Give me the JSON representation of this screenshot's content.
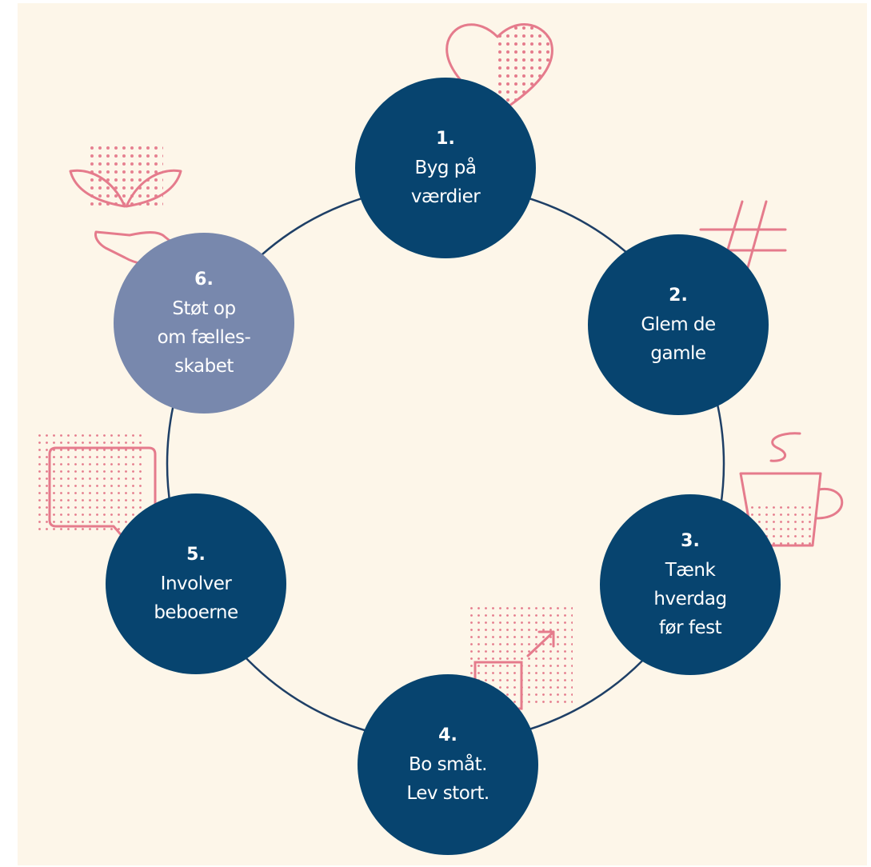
{
  "colors": {
    "background": "#fdf6e9",
    "node_dark": "#07446f",
    "node_light": "#7888ad",
    "ring": "#1e3f66",
    "accent_pink": "#e57b8c",
    "text": "#ffffff"
  },
  "steps": [
    {
      "number": "1.",
      "lines": [
        "Byg på",
        "værdier"
      ],
      "icon": "heart-icon"
    },
    {
      "number": "2.",
      "lines": [
        "Glem de",
        "gamle"
      ],
      "icon": "hashtag-icon"
    },
    {
      "number": "3.",
      "lines": [
        "Tænk",
        "hverdag",
        "før fest"
      ],
      "icon": "coffee-cup-icon"
    },
    {
      "number": "4.",
      "lines": [
        "Bo småt.",
        "Lev stort."
      ],
      "icon": "expand-arrow-icon"
    },
    {
      "number": "5.",
      "lines": [
        "Involver",
        "beboerne"
      ],
      "icon": "speech-bubble-icon"
    },
    {
      "number": "6.",
      "lines": [
        "Støt op",
        "om fælles-",
        "skabet"
      ],
      "icon": "hand-leaves-icon"
    }
  ]
}
